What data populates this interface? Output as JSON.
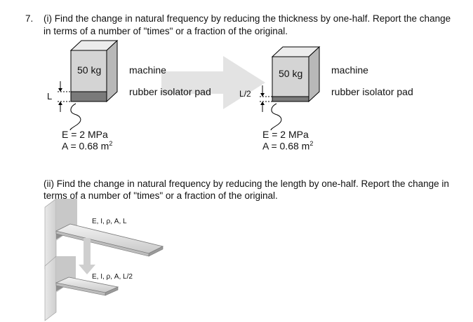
{
  "question": {
    "number": "7.",
    "part1": {
      "line1": "(i) Find the change in natural frequency by reducing the thickness by one-half. Report the change",
      "line2": "in terms of a number of \"times\" or a fraction of the original.",
      "left_figure": {
        "mass": "50 kg",
        "machine_label": "machine",
        "pad_label": "rubber isolator pad",
        "thickness_symbol": "L",
        "modulus": "E = 2 MPa",
        "area_prefix": "A = 0.68 m",
        "area_exp": "2"
      },
      "right_figure": {
        "mass": "50 kg",
        "machine_label": "machine",
        "pad_label": "rubber isolator pad",
        "thickness_num": "L",
        "thickness_den": "2",
        "modulus": "E = 2 MPa",
        "area_prefix": "A = 0.68 m",
        "area_exp": "2"
      }
    },
    "part2": {
      "line1": "(ii) Find the change in natural frequency by reducing the length by one-half. Report the change in",
      "line2": "terms of a number of \"times\" or a fraction of the original.",
      "beam_top_label": "E, I, ρ, A, L",
      "beam_bottom_label": "E, I, ρ, A, L/2"
    }
  },
  "colors": {
    "box_front": "#d4d4d4",
    "box_top": "#ececec",
    "box_side": "#b8b8b8",
    "pad": "#7a7a7a",
    "arrow": "#e3e3e3"
  }
}
